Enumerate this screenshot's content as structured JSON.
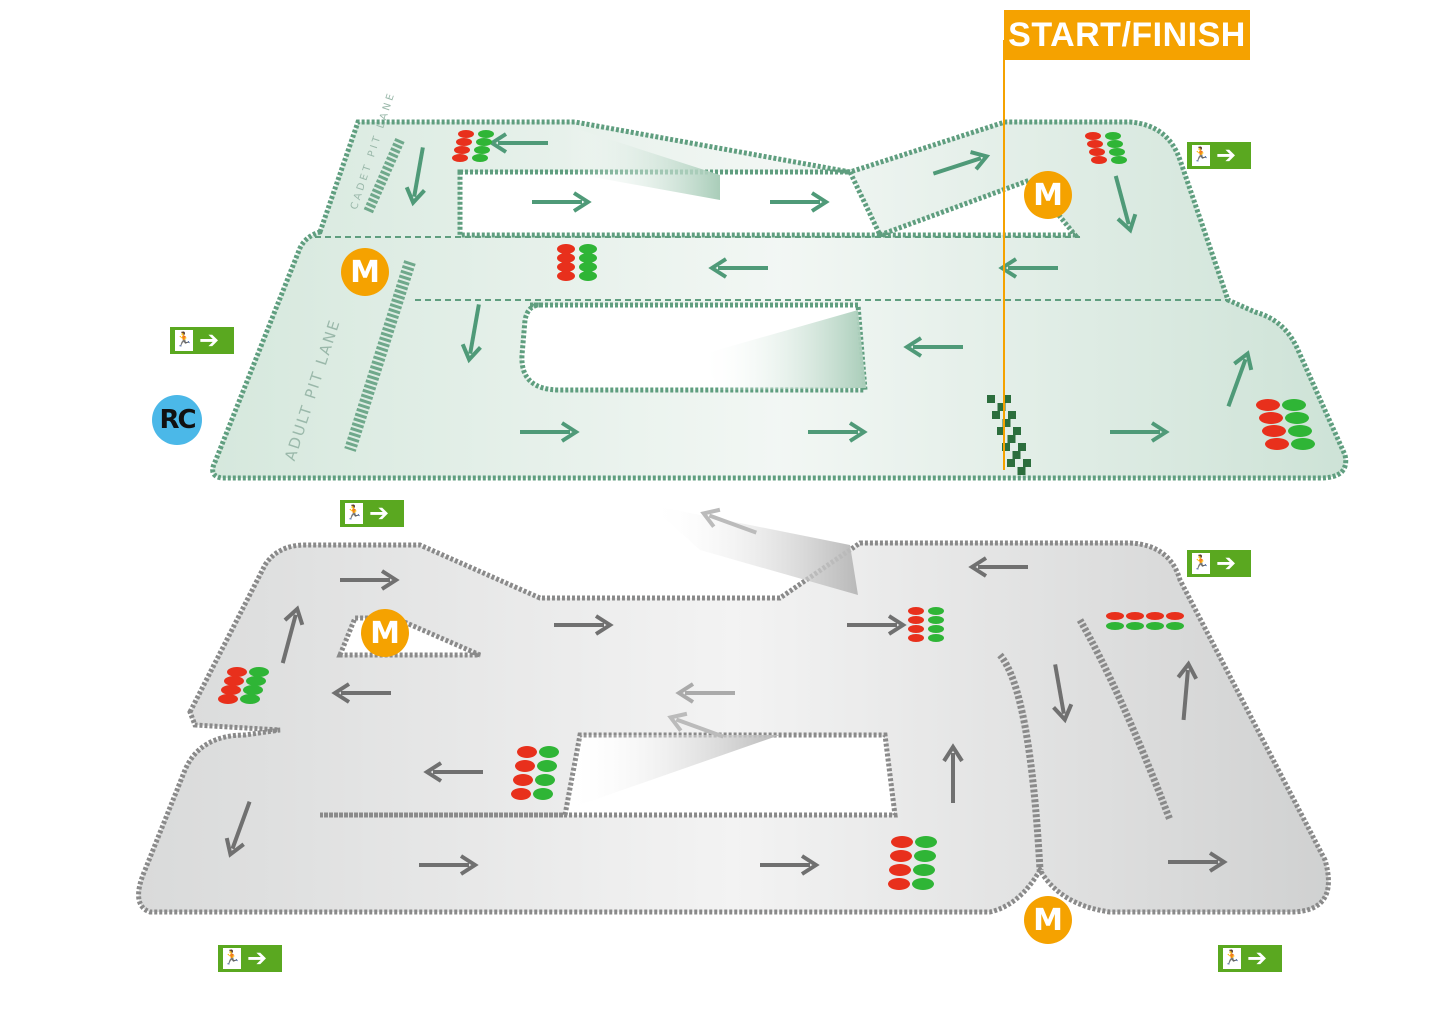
{
  "labels": {
    "start_finish": "START/FINISH",
    "marshal": "M",
    "race_control": "RC",
    "cadet_pit_lane": "CADET PIT LANE",
    "adult_pit_lane": "ADULT PIT LANE"
  },
  "icons": {
    "exit": "emergency-exit-icon",
    "arrow": "direction-arrow-icon"
  },
  "colors": {
    "accent_orange": "#f5a200",
    "race_control_blue": "#4bb8e8",
    "exit_green": "#5aa820",
    "upper_track": "#dcebe3",
    "upper_border": "#5f9e7f",
    "lower_track": "#e6e7e7",
    "lower_border": "#8a8a8a",
    "light_red": "#e8301c",
    "light_green": "#2fb536"
  }
}
